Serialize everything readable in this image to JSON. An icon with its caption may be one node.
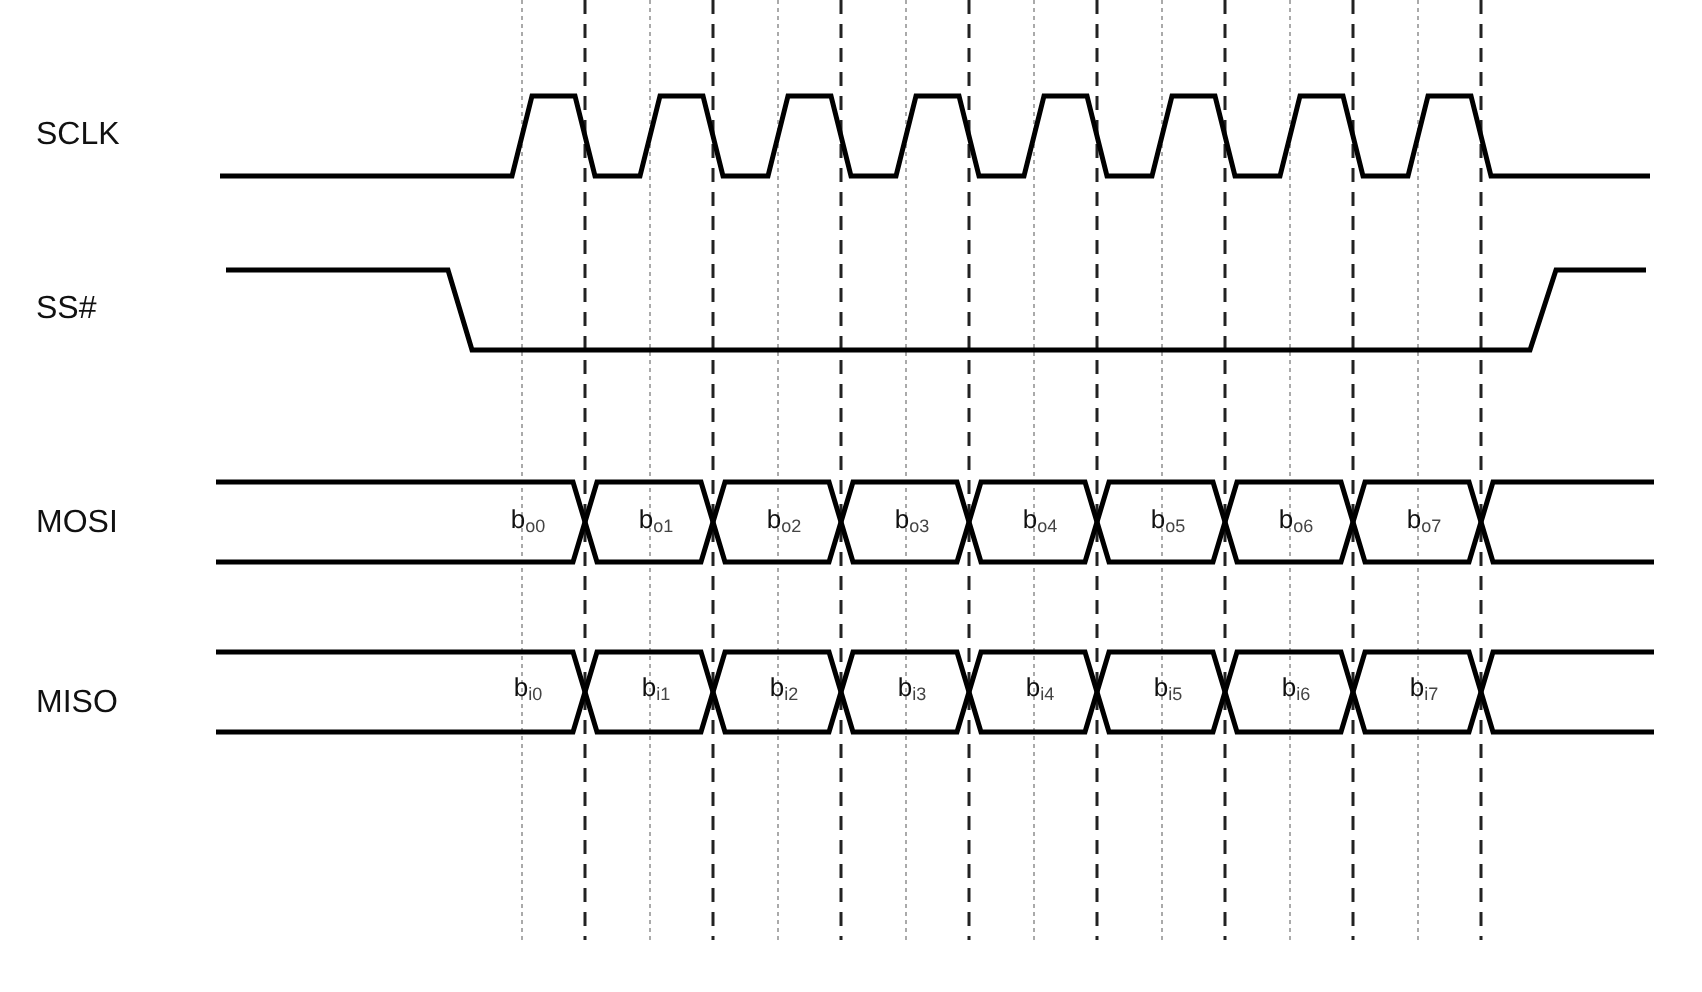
{
  "diagram": {
    "labels": [
      "SCLK",
      "SS#",
      "MOSI",
      "b$_{o0}$",
      "b$_{o1}$",
      "b$_{o2}$",
      "b$_{o3}$",
      "b$_{o4}$",
      "b$_{o5}$",
      "b$_{o6}$",
      "b$_{o7}$",
      "MISO",
      "b$_{i0}$",
      "b$_{i1}$",
      "b$_{i2}$",
      "b$_{i3}$",
      "b$_{i4}$",
      "b$_{i5}$",
      "b$_{i6}$",
      "b$_{i7}$"
    ]
  }
}
